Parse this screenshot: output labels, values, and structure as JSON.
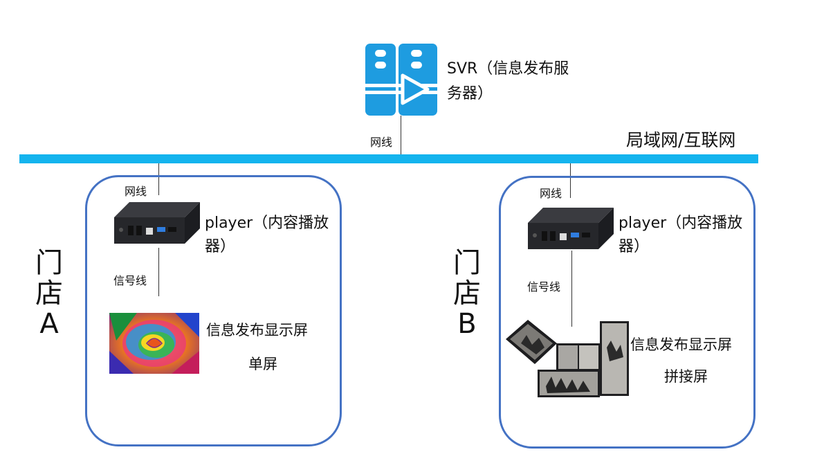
{
  "server": {
    "label_line1": "SVR（信息发布服",
    "label_line2": "务器）",
    "icon": "server-icon",
    "color": "#1e9ce0"
  },
  "network": {
    "label": "局域网/互联网",
    "bus_color": "#14b4ee",
    "server_cable_label": "网线"
  },
  "stores": [
    {
      "name_chars": [
        "门",
        "店",
        "A"
      ],
      "cable_label": "网线",
      "player_line1": "player（内容播放",
      "player_line2": "器）",
      "signal_label": "信号线",
      "screen_line1": "信息发布显示屏",
      "screen_line2": "单屏",
      "screen_icon": "rose-photo-icon"
    },
    {
      "name_chars": [
        "门",
        "店",
        "B"
      ],
      "cable_label": "网线",
      "player_line1": "player（内容播放",
      "player_line2": "器）",
      "signal_label": "信号线",
      "screen_line1": "信息发布显示屏",
      "screen_line2": "拼接屏",
      "screen_icon": "video-wall-icon"
    }
  ],
  "colors": {
    "box_border": "#4472c4",
    "device_body": "#26272b"
  }
}
